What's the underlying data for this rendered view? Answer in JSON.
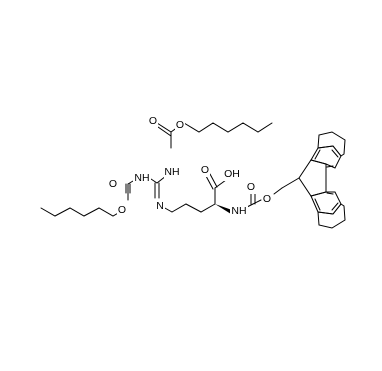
{
  "atoms": {
    "hex_top_O": "O",
    "carbonyl_top_O": "O",
    "guanidine_NH_top": "NH",
    "guanidine_NH_left": "NH",
    "carbonyl_left_O": "O",
    "hex_left_O": "O",
    "guanidine_N_imine": "N",
    "acid_OH": "OH",
    "acid_O": "O",
    "fmoc_carbonyl_O": "O",
    "fmoc_ester_O": "O",
    "alpha_NH": "NH"
  },
  "colors": {
    "bond": "#000000",
    "label": "#000000",
    "background": "#ffffff"
  }
}
